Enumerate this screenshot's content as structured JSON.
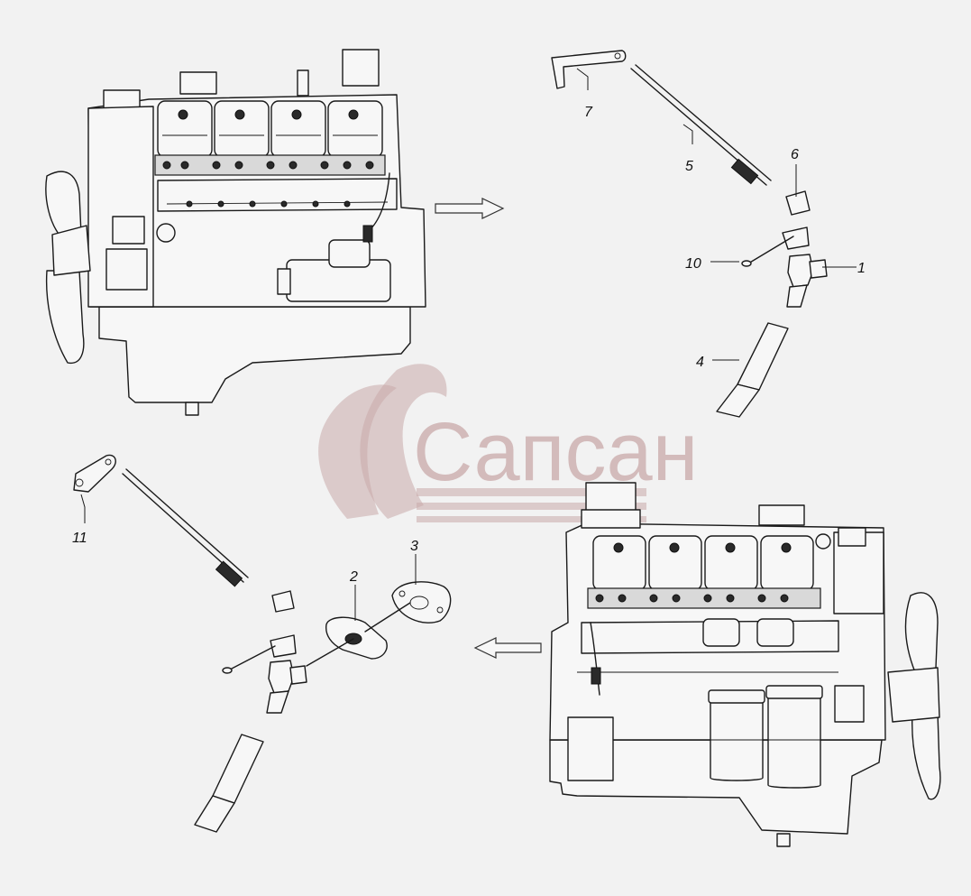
{
  "watermark": {
    "text": "Сапсан",
    "color": "#c9a9a9"
  },
  "callouts": [
    {
      "id": "c1",
      "label": "1"
    },
    {
      "id": "c2",
      "label": "2"
    },
    {
      "id": "c3",
      "label": "3"
    },
    {
      "id": "c4",
      "label": "4"
    },
    {
      "id": "c5",
      "label": "5"
    },
    {
      "id": "c6",
      "label": "6"
    },
    {
      "id": "c7",
      "label": "7"
    },
    {
      "id": "c10",
      "label": "10"
    },
    {
      "id": "c11",
      "label": "11"
    }
  ],
  "colors": {
    "background": "#f2f2f2",
    "line": "#1a1a1a"
  }
}
